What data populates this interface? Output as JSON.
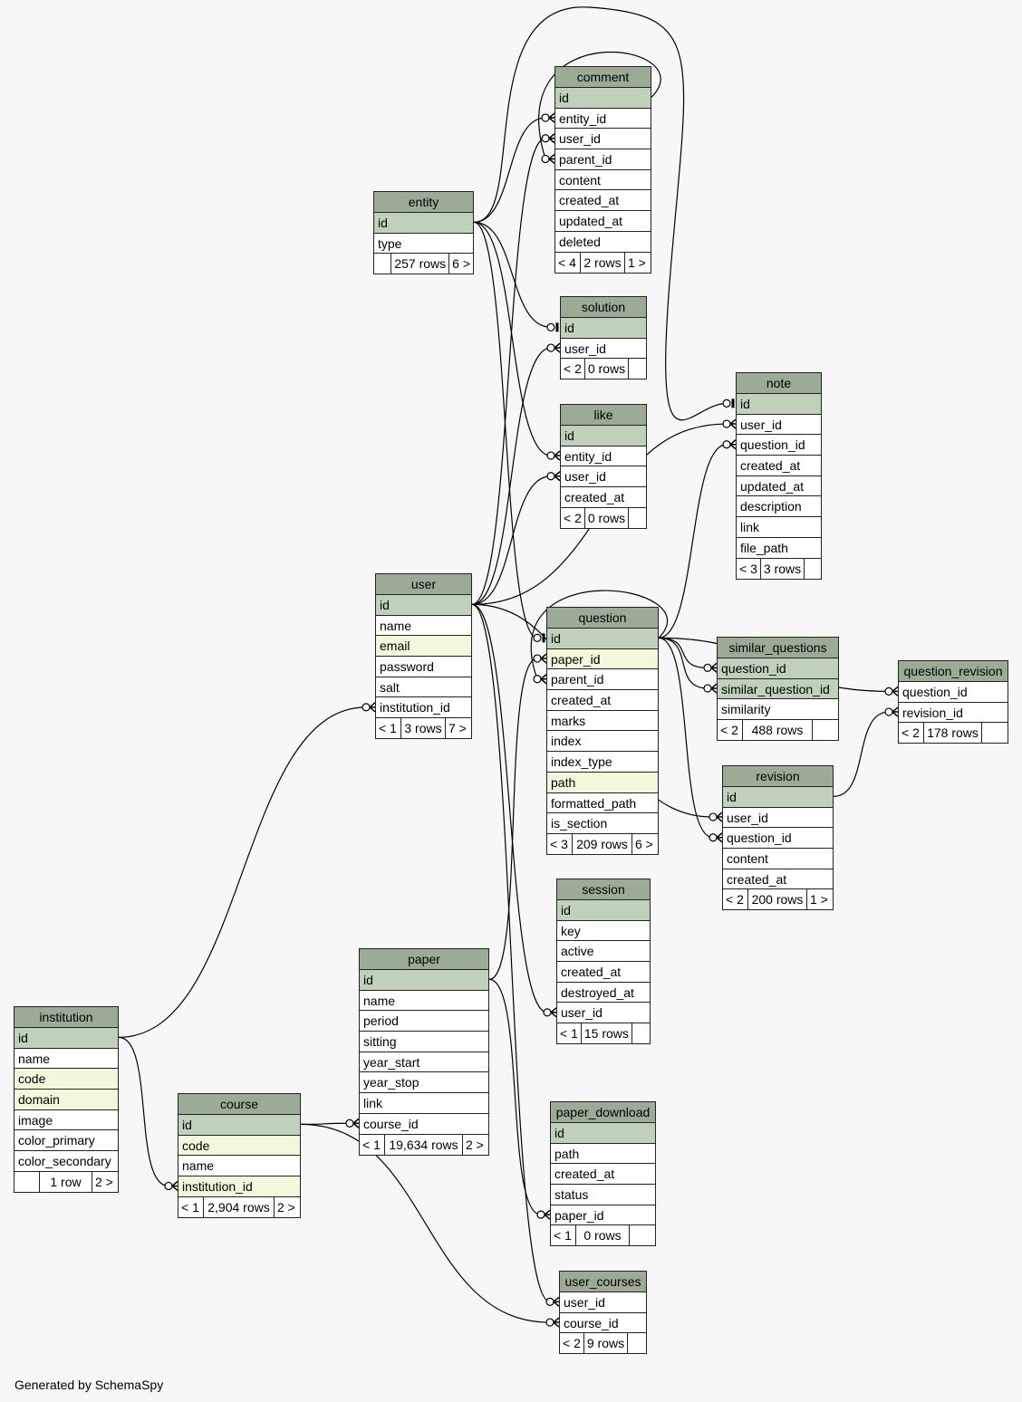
{
  "footer_text": "Generated by SchemaSpy",
  "colors": {
    "header": "#9bab96",
    "primary_key": "#bfd1bb",
    "indexed": "#f4f7dc",
    "column": "#ffffff",
    "background": "#f7f7f7"
  },
  "tables": [
    {
      "name": "comment",
      "columns": [
        {
          "name": "id",
          "kind": "pk"
        },
        {
          "name": "entity_id"
        },
        {
          "name": "user_id"
        },
        {
          "name": "parent_id"
        },
        {
          "name": "content"
        },
        {
          "name": "created_at"
        },
        {
          "name": "updated_at"
        },
        {
          "name": "deleted"
        }
      ],
      "footer": [
        "< 4",
        "2 rows",
        "1 >"
      ]
    },
    {
      "name": "entity",
      "columns": [
        {
          "name": "id",
          "kind": "pk"
        },
        {
          "name": "type"
        }
      ],
      "footer": [
        "",
        "257 rows",
        "6 >"
      ]
    },
    {
      "name": "solution",
      "columns": [
        {
          "name": "id",
          "kind": "pk"
        },
        {
          "name": "user_id"
        }
      ],
      "footer": [
        "< 2",
        "0 rows",
        ""
      ]
    },
    {
      "name": "like",
      "columns": [
        {
          "name": "id",
          "kind": "pk"
        },
        {
          "name": "entity_id"
        },
        {
          "name": "user_id"
        },
        {
          "name": "created_at"
        }
      ],
      "footer": [
        "< 2",
        "0 rows",
        ""
      ]
    },
    {
      "name": "note",
      "columns": [
        {
          "name": "id",
          "kind": "pk"
        },
        {
          "name": "user_id"
        },
        {
          "name": "question_id"
        },
        {
          "name": "created_at"
        },
        {
          "name": "updated_at"
        },
        {
          "name": "description"
        },
        {
          "name": "link"
        },
        {
          "name": "file_path"
        }
      ],
      "footer": [
        "< 3",
        "3 rows",
        ""
      ]
    },
    {
      "name": "user",
      "columns": [
        {
          "name": "id",
          "kind": "pk"
        },
        {
          "name": "name"
        },
        {
          "name": "email",
          "kind": "idx"
        },
        {
          "name": "password"
        },
        {
          "name": "salt"
        },
        {
          "name": "institution_id"
        }
      ],
      "footer": [
        "< 1",
        "3 rows",
        "7 >"
      ]
    },
    {
      "name": "question",
      "columns": [
        {
          "name": "id",
          "kind": "pk"
        },
        {
          "name": "paper_id",
          "kind": "idx"
        },
        {
          "name": "parent_id"
        },
        {
          "name": "created_at"
        },
        {
          "name": "marks"
        },
        {
          "name": "index"
        },
        {
          "name": "index_type"
        },
        {
          "name": "path",
          "kind": "idx"
        },
        {
          "name": "formatted_path"
        },
        {
          "name": "is_section"
        }
      ],
      "footer": [
        "< 3",
        "209 rows",
        "6 >"
      ]
    },
    {
      "name": "similar_questions",
      "columns": [
        {
          "name": "question_id",
          "kind": "pk"
        },
        {
          "name": "similar_question_id",
          "kind": "pk"
        },
        {
          "name": "similarity"
        }
      ],
      "footer": [
        "< 2",
        "488 rows",
        ""
      ]
    },
    {
      "name": "question_revision",
      "columns": [
        {
          "name": "question_id"
        },
        {
          "name": "revision_id"
        }
      ],
      "footer": [
        "< 2",
        "178 rows",
        ""
      ]
    },
    {
      "name": "revision",
      "columns": [
        {
          "name": "id",
          "kind": "pk"
        },
        {
          "name": "user_id"
        },
        {
          "name": "question_id"
        },
        {
          "name": "content"
        },
        {
          "name": "created_at"
        }
      ],
      "footer": [
        "< 2",
        "200 rows",
        "1 >"
      ]
    },
    {
      "name": "session",
      "columns": [
        {
          "name": "id",
          "kind": "pk"
        },
        {
          "name": "key"
        },
        {
          "name": "active"
        },
        {
          "name": "created_at"
        },
        {
          "name": "destroyed_at"
        },
        {
          "name": "user_id"
        }
      ],
      "footer": [
        "< 1",
        "15 rows",
        ""
      ]
    },
    {
      "name": "paper",
      "columns": [
        {
          "name": "id",
          "kind": "pk"
        },
        {
          "name": "name"
        },
        {
          "name": "period"
        },
        {
          "name": "sitting"
        },
        {
          "name": "year_start"
        },
        {
          "name": "year_stop"
        },
        {
          "name": "link"
        },
        {
          "name": "course_id"
        }
      ],
      "footer": [
        "< 1",
        "19,634 rows",
        "2 >"
      ]
    },
    {
      "name": "institution",
      "columns": [
        {
          "name": "id",
          "kind": "pk"
        },
        {
          "name": "name"
        },
        {
          "name": "code",
          "kind": "idx"
        },
        {
          "name": "domain",
          "kind": "idx"
        },
        {
          "name": "image"
        },
        {
          "name": "color_primary"
        },
        {
          "name": "color_secondary"
        }
      ],
      "footer": [
        "",
        "1 row",
        "2 >"
      ]
    },
    {
      "name": "course",
      "columns": [
        {
          "name": "id",
          "kind": "pk"
        },
        {
          "name": "code",
          "kind": "idx"
        },
        {
          "name": "name"
        },
        {
          "name": "institution_id",
          "kind": "idx"
        }
      ],
      "footer": [
        "< 1",
        "2,904 rows",
        "2 >"
      ]
    },
    {
      "name": "paper_download",
      "columns": [
        {
          "name": "id",
          "kind": "pk"
        },
        {
          "name": "path"
        },
        {
          "name": "created_at"
        },
        {
          "name": "status"
        },
        {
          "name": "paper_id"
        }
      ],
      "footer": [
        "< 1",
        "0 rows",
        ""
      ]
    },
    {
      "name": "user_courses",
      "columns": [
        {
          "name": "user_id"
        },
        {
          "name": "course_id"
        }
      ],
      "footer": [
        "< 2",
        "9 rows",
        ""
      ]
    }
  ],
  "relationships": [
    {
      "from": "entity.id",
      "to": "comment.entity_id"
    },
    {
      "from": "entity.id",
      "to": "solution.id"
    },
    {
      "from": "entity.id",
      "to": "like.entity_id"
    },
    {
      "from": "entity.id",
      "to": "note.id"
    },
    {
      "from": "entity.id",
      "to": "question.id"
    },
    {
      "from": "comment.id",
      "to": "comment.parent_id"
    },
    {
      "from": "user.id",
      "to": "comment.user_id"
    },
    {
      "from": "user.id",
      "to": "solution.user_id"
    },
    {
      "from": "user.id",
      "to": "like.user_id"
    },
    {
      "from": "user.id",
      "to": "note.user_id"
    },
    {
      "from": "user.id",
      "to": "session.user_id"
    },
    {
      "from": "user.id",
      "to": "revision.user_id"
    },
    {
      "from": "user.id",
      "to": "user_courses.user_id"
    },
    {
      "from": "question.id",
      "to": "question.parent_id"
    },
    {
      "from": "question.id",
      "to": "note.question_id"
    },
    {
      "from": "question.id",
      "to": "similar_questions.question_id"
    },
    {
      "from": "question.id",
      "to": "similar_questions.similar_question_id"
    },
    {
      "from": "question.id",
      "to": "question_revision.question_id"
    },
    {
      "from": "question.id",
      "to": "revision.question_id"
    },
    {
      "from": "paper.id",
      "to": "question.paper_id"
    },
    {
      "from": "paper.id",
      "to": "paper_download.paper_id"
    },
    {
      "from": "course.id",
      "to": "paper.course_id"
    },
    {
      "from": "course.id",
      "to": "user_courses.course_id"
    },
    {
      "from": "institution.id",
      "to": "user.institution_id"
    },
    {
      "from": "institution.id",
      "to": "course.institution_id"
    },
    {
      "from": "revision.id",
      "to": "question_revision.revision_id"
    }
  ]
}
